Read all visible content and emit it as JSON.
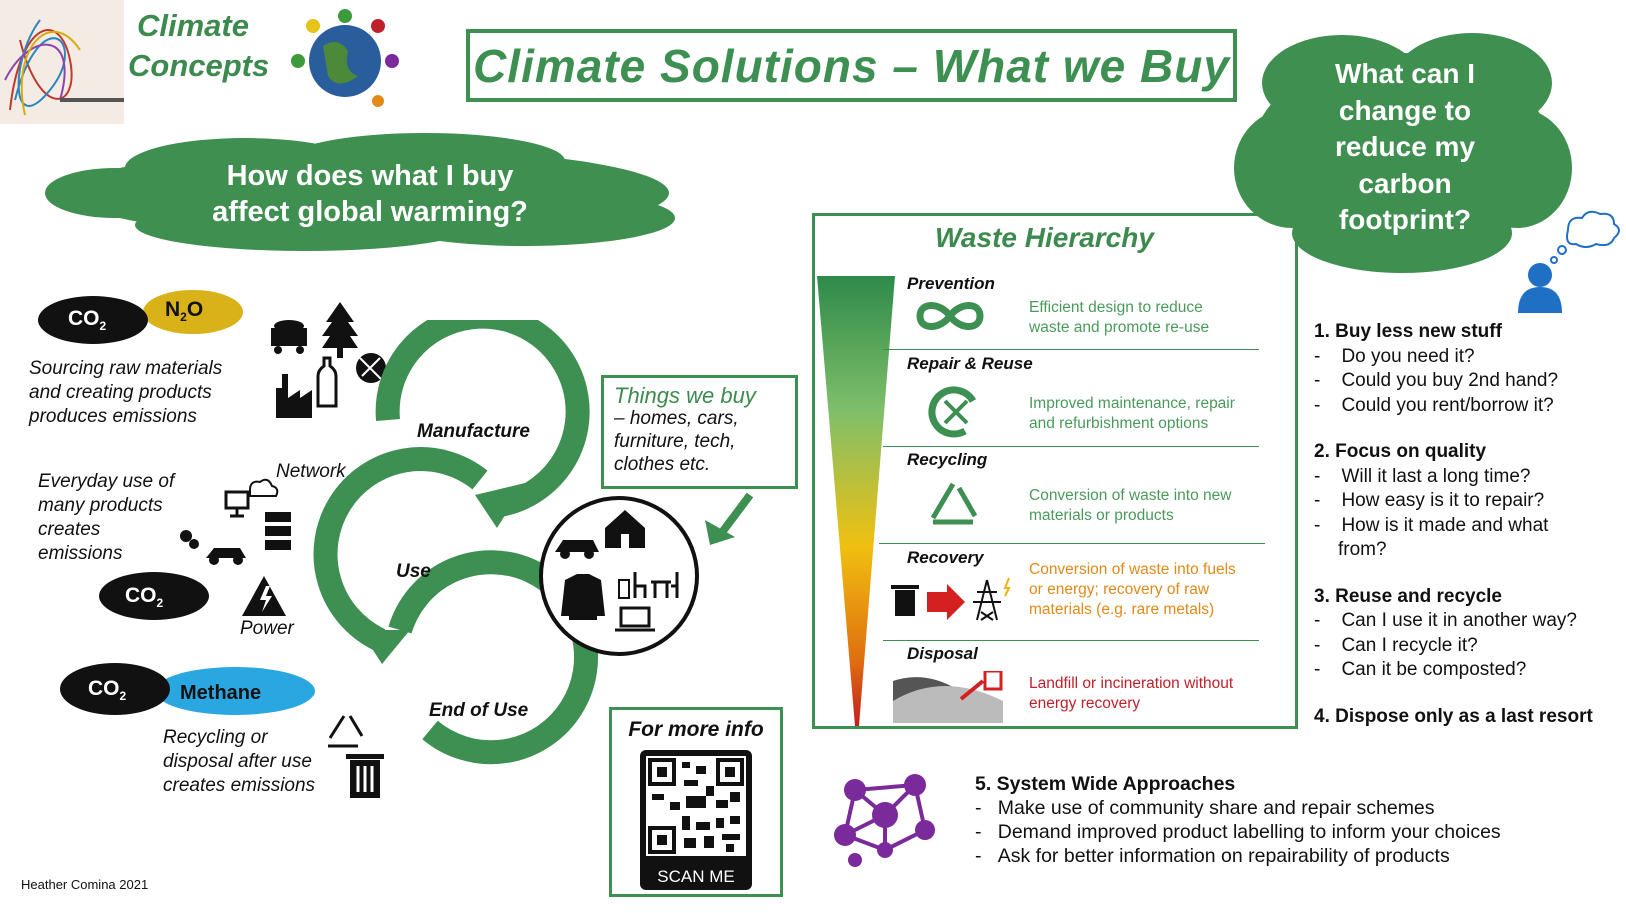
{
  "logo": {
    "line1": "Climate",
    "line2": "Concepts"
  },
  "title": "Climate Solutions – What we Buy",
  "left_cloud": {
    "line1": "How does what I buy",
    "line2": "affect global warming?"
  },
  "right_cloud": {
    "lines": [
      "What can I",
      "change to",
      "reduce my",
      "carbon",
      "footprint?"
    ]
  },
  "gases": {
    "co2": "CO",
    "co2_sub": "2",
    "n2o_a": "N",
    "n2o_sub": "2",
    "n2o_b": "O",
    "methane": "Methane"
  },
  "sourcing_text": [
    "Sourcing raw materials",
    "and creating products",
    "produces emissions"
  ],
  "everyday_text": [
    "Everyday use of",
    "many products",
    "creates",
    "emissions"
  ],
  "network_label": "Network",
  "power_label": "Power",
  "recycling_text": [
    "Recycling or",
    "disposal after use",
    "creates emissions"
  ],
  "cycle": {
    "manufacture": "Manufacture",
    "use": "Use",
    "end_of_use": "End of Use"
  },
  "things_we_buy": {
    "title": "Things we buy",
    "lines": [
      "– homes, cars,",
      "furniture, tech,",
      "clothes etc."
    ]
  },
  "more_info": {
    "title": "For more info",
    "scan": "SCAN ME"
  },
  "waste_hierarchy": {
    "title": "Waste Hierarchy",
    "levels": [
      {
        "name": "Prevention",
        "desc": [
          "Efficient design to reduce",
          "waste and promote re-use"
        ],
        "color": "#4a9a5c"
      },
      {
        "name": "Repair & Reuse",
        "desc": [
          "Improved maintenance, repair",
          "and refurbishment options"
        ],
        "color": "#4a9a5c"
      },
      {
        "name": "Recycling",
        "desc": [
          "Conversion of waste into new",
          "materials or products"
        ],
        "color": "#4a9a5c"
      },
      {
        "name": "Recovery",
        "desc": [
          "Conversion of waste into fuels",
          "or energy; recovery of raw",
          "materials (e.g. rare metals)"
        ],
        "color": "#e08a1a"
      },
      {
        "name": "Disposal",
        "desc": [
          "Landfill or incineration without",
          "energy recovery"
        ],
        "color": "#c0202a"
      }
    ]
  },
  "actions": [
    {
      "heading": "1. Buy less new stuff",
      "items": [
        "Do you need it?",
        "Could you buy 2nd hand?",
        "Could you rent/borrow it?"
      ]
    },
    {
      "heading": "2. Focus on quality",
      "items": [
        "Will it last a long time?",
        "How easy is it to repair?",
        "How is it made and what from?"
      ]
    },
    {
      "heading": "3. Reuse and recycle",
      "items": [
        "Can I use it in another way?",
        "Can I recycle it?",
        "Can it be composted?"
      ]
    },
    {
      "heading": "4. Dispose only as a last resort",
      "items": []
    }
  ],
  "system": {
    "heading": "5. System Wide Approaches",
    "items": [
      "Make use of community share and repair schemes",
      "Demand improved product labelling to inform your choices",
      "Ask for better information on repairability of products"
    ]
  },
  "footer": "Heather Comina 2021",
  "colors": {
    "green": "#3d8f52",
    "cloud_green": "#3f8f50",
    "co2_black": "#111111",
    "n2o_yellow": "#d9b21a",
    "methane_blue": "#2aa6e0",
    "person_blue": "#1f6fc4",
    "network_purple": "#7a2a9a"
  }
}
